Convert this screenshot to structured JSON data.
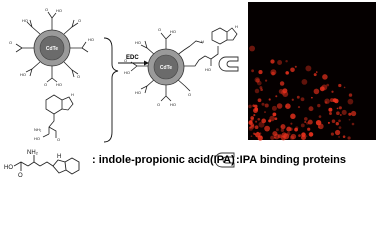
{
  "figure": {
    "reagent_label": "EDC",
    "quantum_dot_core_label": "CdTe",
    "legend_ipa": ": indole-propionic acid(IPA)",
    "legend_binding": ":IPA binding proteins",
    "atoms": {
      "nh2": "NH₂",
      "ho": "HO",
      "o": "O",
      "nh": "H",
      "n": "N"
    }
  },
  "colors": {
    "qd_core": "#6b6b6b",
    "qd_shell": "#9a9a9a",
    "fluorescence_bg": "#050000",
    "fluorescence_dot": "#e8301c"
  }
}
